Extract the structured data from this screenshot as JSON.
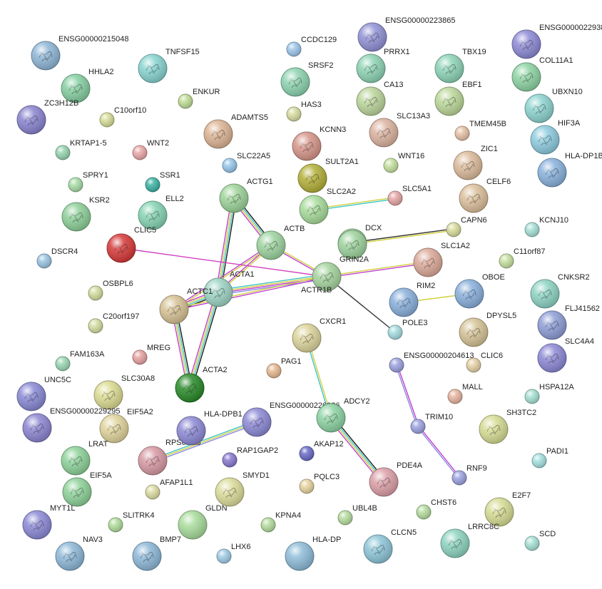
{
  "nodes": [
    {
      "id": "ENSG00000215048",
      "label": "ENSG00000215048",
      "color": "#8fb6d6",
      "big": true,
      "structure": true
    },
    {
      "id": "HHLA2",
      "label": "HHLA2",
      "color": "#86cfa2",
      "big": true,
      "structure": true
    },
    {
      "id": "ZC3H12B",
      "label": "ZC3H12B",
      "color": "#8a84d0",
      "big": true,
      "structure": true
    },
    {
      "id": "TNFSF15",
      "label": "TNFSF15",
      "color": "#88d4d0",
      "big": true,
      "structure": true
    },
    {
      "id": "C10orf10",
      "label": "C10orf10",
      "color": "#d6dc97",
      "big": false,
      "structure": false
    },
    {
      "id": "ENKUR",
      "label": "ENKUR",
      "color": "#bfdc95",
      "big": false,
      "structure": false
    },
    {
      "id": "KRTAP1-5",
      "label": "KRTAP1-5",
      "color": "#96d4ae",
      "big": false,
      "structure": false
    },
    {
      "id": "WNT2",
      "label": "WNT2",
      "color": "#e9a7a7",
      "big": false,
      "structure": false
    },
    {
      "id": "SPRY1",
      "label": "SPRY1",
      "color": "#a7dca6",
      "big": false,
      "structure": false
    },
    {
      "id": "SSR1",
      "label": "SSR1",
      "color": "#3cb2a4",
      "big": false,
      "structure": false
    },
    {
      "id": "KSR2",
      "label": "KSR2",
      "color": "#8ed099",
      "big": true,
      "structure": true
    },
    {
      "id": "ELL2",
      "label": "ELL2",
      "color": "#86d4b4",
      "big": true,
      "structure": true
    },
    {
      "id": "CLIC5",
      "label": "CLIC5",
      "color": "#d63a3a",
      "big": true,
      "structure": true
    },
    {
      "id": "DSCR4",
      "label": "DSCR4",
      "color": "#9bc4e2",
      "big": false,
      "structure": false
    },
    {
      "id": "OSBPL6",
      "label": "OSBPL6",
      "color": "#d4dc9e",
      "big": false,
      "structure": false
    },
    {
      "id": "C20orf197",
      "label": "C20orf197",
      "color": "#d4dca0",
      "big": false,
      "structure": false
    },
    {
      "id": "FAM163A",
      "label": "FAM163A",
      "color": "#9ad6b4",
      "big": false,
      "structure": false
    },
    {
      "id": "MREG",
      "label": "MREG",
      "color": "#e6a2a2",
      "big": false,
      "structure": false
    },
    {
      "id": "UNC5C",
      "label": "UNC5C",
      "color": "#8a8ad6",
      "big": true,
      "structure": true
    },
    {
      "id": "SLC30A8",
      "label": "SLC30A8",
      "color": "#dcdc94",
      "big": true,
      "structure": true
    },
    {
      "id": "ENSG00000229295",
      "label": "ENSG00000229295",
      "color": "#8e86d2",
      "big": true,
      "structure": true
    },
    {
      "id": "EIF5A2",
      "label": "EIF5A2",
      "color": "#e0d49c",
      "big": true,
      "structure": true
    },
    {
      "id": "LRAT",
      "label": "LRAT",
      "color": "#8ed29a",
      "big": true,
      "structure": true
    },
    {
      "id": "EIF5A",
      "label": "EIF5A",
      "color": "#8ed29a",
      "big": true,
      "structure": true
    },
    {
      "id": "MYT1L",
      "label": "MYT1L",
      "color": "#8c8ad6",
      "big": true,
      "structure": true
    },
    {
      "id": "SLITRK4",
      "label": "SLITRK4",
      "color": "#b0dc9c",
      "big": false,
      "structure": false
    },
    {
      "id": "NAV3",
      "label": "NAV3",
      "color": "#8eb8d8",
      "big": true,
      "structure": true
    },
    {
      "id": "BMP7",
      "label": "BMP7",
      "color": "#8eb8d8",
      "big": true,
      "structure": true
    },
    {
      "id": "AFAP1L1",
      "label": "AFAP1L1",
      "color": "#dcdca4",
      "big": false,
      "structure": false
    },
    {
      "id": "GLDN",
      "label": "GLDN",
      "color": "#a8dc9c",
      "big": true,
      "structure": false
    },
    {
      "id": "LHX6",
      "label": "LHX6",
      "color": "#a0cce6",
      "big": false,
      "structure": false
    },
    {
      "id": "RPS6KA6",
      "label": "RPS6KA6",
      "color": "#d89aa4",
      "big": true,
      "structure": true
    },
    {
      "id": "HLA-DPB1",
      "label": "HLA-DPB1",
      "color": "#8e8ad6",
      "big": true,
      "structure": true
    },
    {
      "id": "ENSG00000226826",
      "label": "ENSG00000226826",
      "color": "#8e8ad6",
      "big": true,
      "structure": true
    },
    {
      "id": "RAP1GAP2",
      "label": "RAP1GAP2",
      "color": "#8a78d0",
      "big": false,
      "structure": false
    },
    {
      "id": "SMYD1",
      "label": "SMYD1",
      "color": "#dcdc9c",
      "big": true,
      "structure": true
    },
    {
      "id": "KPNA4",
      "label": "KPNA4",
      "color": "#b4dc9c",
      "big": false,
      "structure": false
    },
    {
      "id": "HLA-DP",
      "label": "HLA-DP",
      "color": "#8ebcd8",
      "big": true,
      "structure": false
    },
    {
      "id": "ADAMTS5",
      "label": "ADAMTS5",
      "color": "#dcb494",
      "big": true,
      "structure": true
    },
    {
      "id": "SLC22A5",
      "label": "SLC22A5",
      "color": "#96c6ea",
      "big": false,
      "structure": false
    },
    {
      "id": "ACTG1",
      "label": "ACTG1",
      "color": "#9ed49a",
      "big": true,
      "structure": true
    },
    {
      "id": "ACTB",
      "label": "ACTB",
      "color": "#9ed4a0",
      "big": true,
      "structure": true
    },
    {
      "id": "ACTA1",
      "label": "ACTA1",
      "color": "#9ed4c4",
      "big": true,
      "structure": true
    },
    {
      "id": "ACTC1",
      "label": "ACTC1",
      "color": "#d6c294",
      "big": true,
      "structure": true
    },
    {
      "id": "ACTA2",
      "label": "ACTA2",
      "color": "#2a8a2a",
      "big": true,
      "structure": true
    },
    {
      "id": "ACTR1B",
      "label": "ACTR1B",
      "color": "#a6d49e",
      "big": true,
      "structure": true
    },
    {
      "id": "CXCR1",
      "label": "CXCR1",
      "color": "#dcd49c",
      "big": true,
      "structure": true
    },
    {
      "id": "PAG1",
      "label": "PAG1",
      "color": "#e6b892",
      "big": false,
      "structure": false
    },
    {
      "id": "CCDC129",
      "label": "CCDC129",
      "color": "#9cc6ea",
      "big": false,
      "structure": false
    },
    {
      "id": "SRSF2",
      "label": "SRSF2",
      "color": "#8ed4b0",
      "big": true,
      "structure": true
    },
    {
      "id": "HAS3",
      "label": "HAS3",
      "color": "#d6dca0",
      "big": false,
      "structure": false
    },
    {
      "id": "KCNN3",
      "label": "KCNN3",
      "color": "#d6968a",
      "big": true,
      "structure": true
    },
    {
      "id": "SULT2A1",
      "label": "SULT2A1",
      "color": "#b4b03a",
      "big": true,
      "structure": true
    },
    {
      "id": "SLC2A2",
      "label": "SLC2A2",
      "color": "#a8dc9c",
      "big": true,
      "structure": true
    },
    {
      "id": "DCX",
      "label": "DCX",
      "color": "#9ed49e",
      "big": true,
      "structure": true
    },
    {
      "id": "GRIN2A",
      "label": "GRIN2A",
      "color": "#9ed49e",
      "big": true,
      "structure": true
    },
    {
      "id": "SLC5A1",
      "label": "SLC5A1",
      "color": "#e6a6a6",
      "big": false,
      "structure": false
    },
    {
      "id": "CAPN6",
      "label": "CAPN6",
      "color": "#d8dc9c",
      "big": false,
      "structure": false
    },
    {
      "id": "SLC1A2",
      "label": "SLC1A2",
      "color": "#dcaa9a",
      "big": true,
      "structure": true
    },
    {
      "id": "RIM2",
      "label": "RIM2",
      "color": "#8ab0dc",
      "big": true,
      "structure": true
    },
    {
      "id": "POLE3",
      "label": "POLE3",
      "color": "#a6dce0",
      "big": false,
      "structure": false
    },
    {
      "id": "ENSG00000204613",
      "label": "ENSG00000204613",
      "color": "#9ca2e0",
      "big": false,
      "structure": false
    },
    {
      "id": "TRIM10",
      "label": "TRIM10",
      "color": "#9ca2e0",
      "big": false,
      "structure": false
    },
    {
      "id": "RNF9",
      "label": "RNF9",
      "color": "#9ca2e0",
      "big": false,
      "structure": false
    },
    {
      "id": "ADCY2",
      "label": "ADCY2",
      "color": "#8ed4a4",
      "big": true,
      "structure": true
    },
    {
      "id": "AKAP12",
      "label": "AKAP12",
      "color": "#6a6ac6",
      "big": false,
      "structure": false
    },
    {
      "id": "PDE4A",
      "label": "PDE4A",
      "color": "#dca0a8",
      "big": true,
      "structure": true
    },
    {
      "id": "PQLC3",
      "label": "PQLC3",
      "color": "#e6d49e",
      "big": false,
      "structure": false
    },
    {
      "id": "UBL4B",
      "label": "UBL4B",
      "color": "#b6dca0",
      "big": false,
      "structure": false
    },
    {
      "id": "CLCN5",
      "label": "CLCN5",
      "color": "#8ec6d8",
      "big": true,
      "structure": true
    },
    {
      "id": "CHST6",
      "label": "CHST6",
      "color": "#b6dca0",
      "big": false,
      "structure": false
    },
    {
      "id": "ENSG00000223865",
      "label": "ENSG00000223865",
      "color": "#9292d6",
      "big": true,
      "structure": true
    },
    {
      "id": "PRRX1",
      "label": "PRRX1",
      "color": "#8ed4b4",
      "big": true,
      "structure": true
    },
    {
      "id": "CA13",
      "label": "CA13",
      "color": "#bcd69c",
      "big": true,
      "structure": true
    },
    {
      "id": "SLC13A3",
      "label": "SLC13A3",
      "color": "#dcb4a0",
      "big": true,
      "structure": true
    },
    {
      "id": "WNT16",
      "label": "WNT16",
      "color": "#c6e0a0",
      "big": false,
      "structure": false
    },
    {
      "id": "TBX19",
      "label": "TBX19",
      "color": "#8ed4b8",
      "big": true,
      "structure": true
    },
    {
      "id": "EBF1",
      "label": "EBF1",
      "color": "#bcd89a",
      "big": true,
      "structure": true
    },
    {
      "id": "TMEM45B",
      "label": "TMEM45B",
      "color": "#e6c0a6",
      "big": false,
      "structure": false
    },
    {
      "id": "ZIC1",
      "label": "ZIC1",
      "color": "#dcbc9c",
      "big": true,
      "structure": true
    },
    {
      "id": "CELF6",
      "label": "CELF6",
      "color": "#dcc09c",
      "big": true,
      "structure": true
    },
    {
      "id": "ENSG00000229380",
      "label": "ENSG0000022938",
      "color": "#8e8ad6",
      "big": true,
      "structure": true
    },
    {
      "id": "COL11A1",
      "label": "COL11A1",
      "color": "#8ed4a4",
      "big": true,
      "structure": true
    },
    {
      "id": "UBXN10",
      "label": "UBXN10",
      "color": "#8ed4d0",
      "big": true,
      "structure": true
    },
    {
      "id": "HIF3A",
      "label": "HIF3A",
      "color": "#8ecce0",
      "big": true,
      "structure": true
    },
    {
      "id": "HLA-DP1B",
      "label": "HLA-DP1B",
      "color": "#8ab2dc",
      "big": true,
      "structure": true
    },
    {
      "id": "KCNJ10",
      "label": "KCNJ10",
      "color": "#a6e0d6",
      "big": false,
      "structure": false
    },
    {
      "id": "C11orf87",
      "label": "C11orf87",
      "color": "#c6e0a0",
      "big": false,
      "structure": false
    },
    {
      "id": "OBOE",
      "label": "OBOE",
      "color": "#8ab0dc",
      "big": true,
      "structure": true
    },
    {
      "id": "CNKSR2",
      "label": "CNKSR2",
      "color": "#8ed4c4",
      "big": true,
      "structure": true
    },
    {
      "id": "DPYSL5",
      "label": "DPYSL5",
      "color": "#d6c498",
      "big": true,
      "structure": true
    },
    {
      "id": "FLJ41562",
      "label": "FLJ41562",
      "color": "#8e9ed6",
      "big": true,
      "structure": true
    },
    {
      "id": "SLC4A4",
      "label": "SLC4A4",
      "color": "#8e8ad6",
      "big": true,
      "structure": true
    },
    {
      "id": "CLIC6",
      "label": "CLIC6",
      "color": "#e6d0a6",
      "big": false,
      "structure": false
    },
    {
      "id": "MALL",
      "label": "MALL",
      "color": "#e6b4a0",
      "big": false,
      "structure": false
    },
    {
      "id": "HSPA12A",
      "label": "HSPA12A",
      "color": "#a6e0d2",
      "big": false,
      "structure": false
    },
    {
      "id": "SH3TC2",
      "label": "SH3TC2",
      "color": "#d6dc94",
      "big": true,
      "structure": true
    },
    {
      "id": "PADI1",
      "label": "PADI1",
      "color": "#a6e0e0",
      "big": false,
      "structure": false
    },
    {
      "id": "E2F7",
      "label": "E2F7",
      "color": "#d6dc94",
      "big": true,
      "structure": true
    },
    {
      "id": "LRRC8C",
      "label": "LRRC8C",
      "color": "#8ed4c0",
      "big": true,
      "structure": true
    },
    {
      "id": "SCD",
      "label": "SCD",
      "color": "#a6e0d6",
      "big": false,
      "structure": false
    }
  ],
  "edges": [
    {
      "from": "ACTG1",
      "to": "ACTA1",
      "colors": [
        "#1a1a1a",
        "#3ec4c4",
        "#d0d040",
        "#c040d0"
      ]
    },
    {
      "from": "ACTG1",
      "to": "ACTB",
      "colors": [
        "#1a1a1a",
        "#3ec4c4",
        "#d0d040",
        "#c040d0"
      ]
    },
    {
      "from": "ACTB",
      "to": "ACTA1",
      "colors": [
        "#d0d040",
        "#c040d0"
      ]
    },
    {
      "from": "ACTB",
      "to": "ACTR1B",
      "colors": [
        "#d0d040",
        "#c040d0"
      ]
    },
    {
      "from": "ACTB",
      "to": "ACTC1",
      "colors": [
        "#d0d040",
        "#c040d0"
      ]
    },
    {
      "from": "ACTA1",
      "to": "ACTC1",
      "colors": [
        "#1a1a1a",
        "#3ec4c4",
        "#d0d040",
        "#c040d0"
      ]
    },
    {
      "from": "ACTA1",
      "to": "ACTA2",
      "colors": [
        "#1a1a1a",
        "#3ec4c4",
        "#d0d040",
        "#c040d0"
      ]
    },
    {
      "from": "ACTC1",
      "to": "ACTA2",
      "colors": [
        "#1a1a1a",
        "#3ec4c4",
        "#d0d040",
        "#c040d0"
      ]
    },
    {
      "from": "ACTA1",
      "to": "ACTR1B",
      "colors": [
        "#3ec4c4",
        "#d0d040",
        "#c040d0",
        "#8a8ae0"
      ]
    },
    {
      "from": "ACTC1",
      "to": "ACTR1B",
      "colors": [
        "#d0d040",
        "#c040d0"
      ]
    },
    {
      "from": "CLIC5",
      "to": "ACTR1B",
      "colors": [
        "#d040c0"
      ]
    },
    {
      "from": "ACTR1B",
      "to": "POLE3",
      "colors": [
        "#333333"
      ]
    },
    {
      "from": "CXCR1",
      "to": "ADCY2",
      "colors": [
        "#d0d040",
        "#3ec4c4"
      ]
    },
    {
      "from": "ADCY2",
      "to": "PDE4A",
      "colors": [
        "#1a1a1a",
        "#3ec4c4",
        "#d0d040",
        "#c040d0"
      ]
    },
    {
      "from": "SLC2A2",
      "to": "SLC5A1",
      "colors": [
        "#d0d040",
        "#3ec4c4"
      ]
    },
    {
      "from": "DCX",
      "to": "CAPN6",
      "colors": [
        "#333333",
        "#d0d040"
      ]
    },
    {
      "from": "SLC1A2",
      "to": "ACTR1B",
      "colors": [
        "#c040d0",
        "#d0d040"
      ]
    },
    {
      "from": "RIM2",
      "to": "OBOE",
      "colors": [
        "#d0d040"
      ]
    },
    {
      "from": "ENSG00000204613",
      "to": "TRIM10",
      "colors": [
        "#c040d0",
        "#8a8ae0"
      ]
    },
    {
      "from": "TRIM10",
      "to": "RNF9",
      "colors": [
        "#c040d0",
        "#8a8ae0"
      ]
    },
    {
      "from": "RPS6KA6",
      "to": "ENSG00000226826",
      "colors": [
        "#3ec4c4",
        "#d0d040",
        "#8a8ae0"
      ]
    }
  ]
}
